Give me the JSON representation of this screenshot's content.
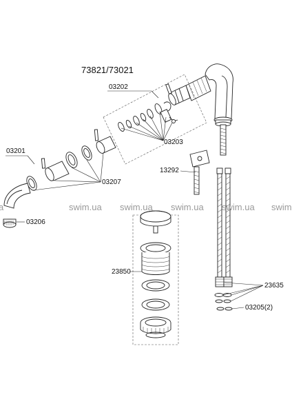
{
  "title": "73821/73021",
  "watermark": [
    "a",
    "swim.ua",
    "swim.ua",
    "swim.ua",
    "swim.ua",
    "swim"
  ],
  "labels": {
    "p03202": "03202",
    "p03203": "03203",
    "p03201": "03201",
    "p13292": "13292",
    "p03207": "03207",
    "p03206": "03206",
    "p23850": "23850",
    "p23635": "23635",
    "p03205": "03205",
    "p03205_qty": "(2)"
  }
}
